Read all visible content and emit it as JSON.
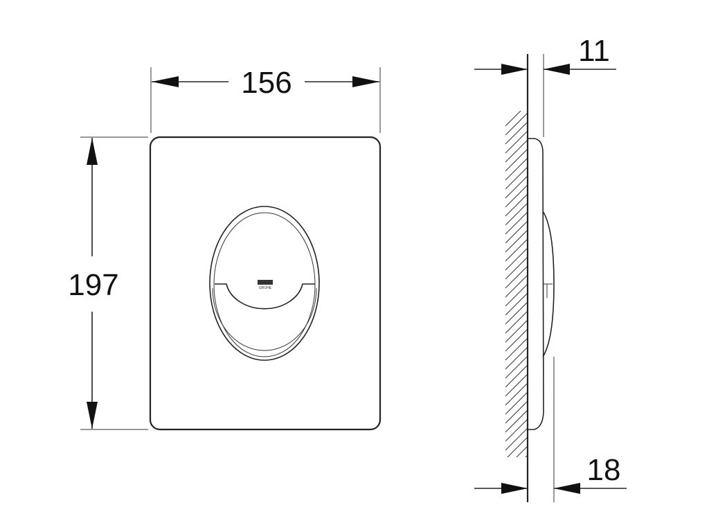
{
  "dimensions": {
    "width": "156",
    "height": "197",
    "plate_depth": "11",
    "total_depth": "18"
  },
  "logo": {
    "text": "GROHE"
  }
}
